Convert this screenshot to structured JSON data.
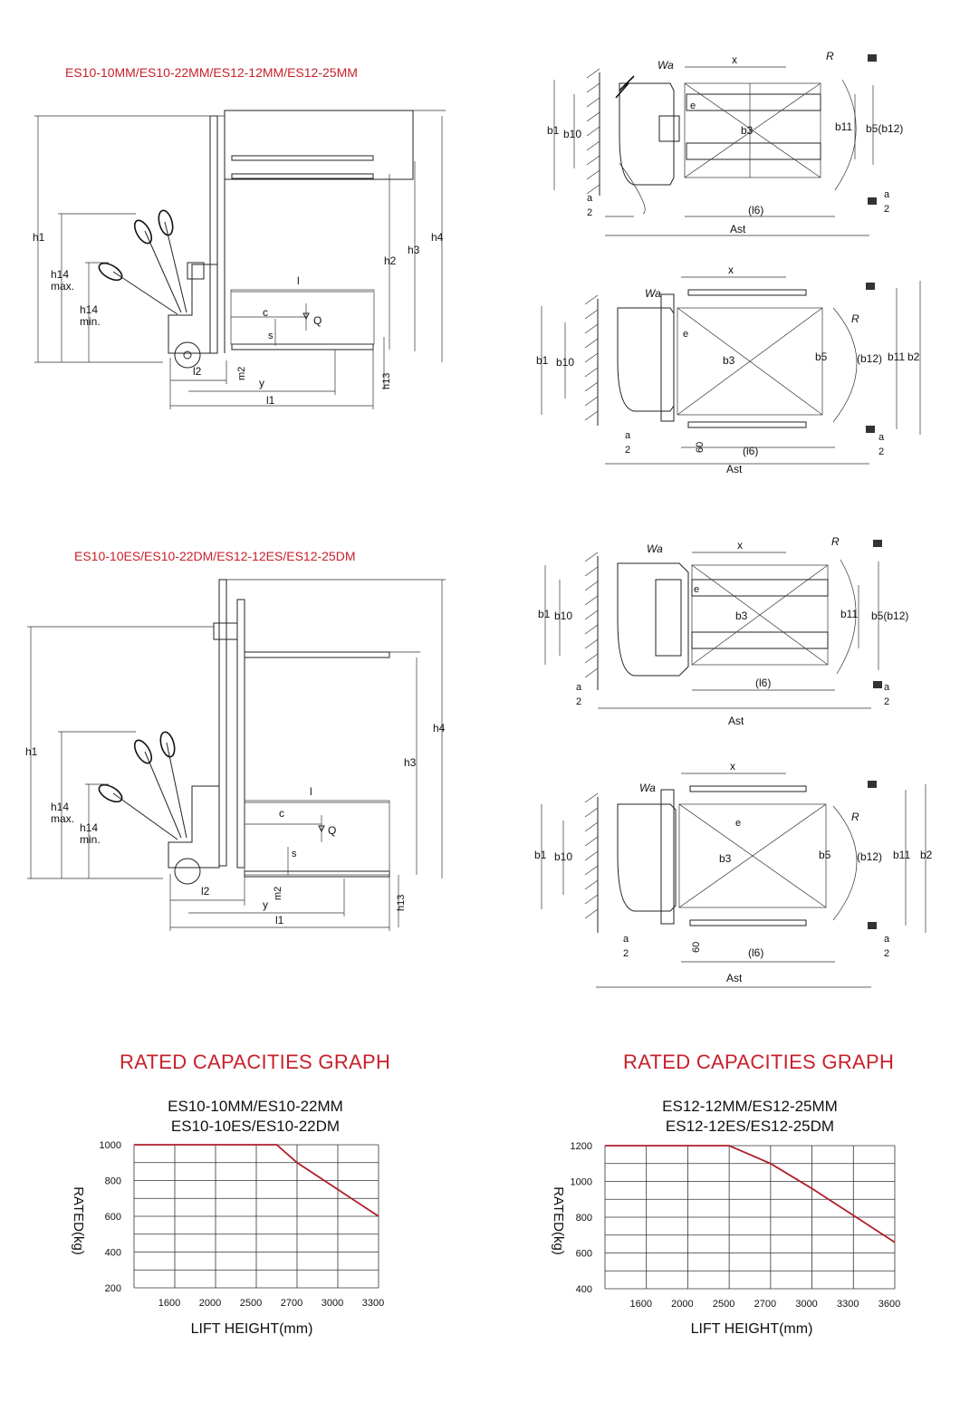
{
  "top_left": {
    "model_title": "ES10-10MM/ES10-22MM/ES12-12MM/ES12-25MM"
  },
  "mid_left": {
    "model_title": "ES10-10ES/ES10-22DM/ES12-12ES/ES12-25DM"
  },
  "side_view_labels": {
    "h1": "h1",
    "h2": "h2",
    "h3": "h3",
    "h4": "h4",
    "h14max_a": "h14",
    "h14max_b": "max.",
    "h14min_a": "h14",
    "h14min_b": "min.",
    "h13": "h13",
    "l": "l",
    "c": "c",
    "Q": "Q",
    "s": "s",
    "l2": "l2",
    "m2": "m2",
    "y": "y",
    "l1": "l1"
  },
  "plan_view_labels": {
    "Wa": "Wa",
    "x": "x",
    "R": "R",
    "e": "e",
    "b1": "b1",
    "b10": "b10",
    "b3": "b3",
    "b11": "b11",
    "b5": "b5",
    "b12": "(b12)",
    "b2": "b2",
    "b5b12": "b5(b12)",
    "a": "a",
    "two": "2",
    "l6": "(l6)",
    "Ast": "Ast",
    "sixty": "60"
  },
  "graphs": [
    {
      "title": "RATED CAPACITIES GRAPH",
      "subtitle_1": "ES10-10MM/ES10-22MM",
      "subtitle_2": "ES10-10ES/ES10-22DM",
      "ylabel": "RATED(kg)",
      "xlabel": "LIFT HEIGHT(mm)",
      "line_color": "#b01e2a"
    },
    {
      "title": "RATED CAPACITIES GRAPH",
      "subtitle_1": "ES12-12MM/ES12-25MM",
      "subtitle_2": "ES12-12ES/ES12-25DM",
      "ylabel": "RATED(kg)",
      "xlabel": "LIFT HEIGHT(mm)",
      "line_color": "#b01e2a"
    }
  ],
  "chart_data": [
    {
      "type": "line",
      "title": "RATED CAPACITIES GRAPH",
      "xlabel": "LIFT HEIGHT(mm)",
      "ylabel": "RATED(kg)",
      "x_ticks": [
        1600,
        2000,
        2500,
        2700,
        3000,
        3300
      ],
      "y_ticks": [
        200,
        400,
        600,
        800,
        1000
      ],
      "ylim": [
        200,
        1000
      ],
      "grid": true,
      "series": [
        {
          "name": "",
          "x": [
            1600,
            2000,
            2500,
            2600,
            2700,
            3000,
            3300
          ],
          "y": [
            1000,
            1000,
            1000,
            1000,
            900,
            750,
            600
          ]
        }
      ]
    },
    {
      "type": "line",
      "title": "RATED CAPACITIES GRAPH",
      "xlabel": "LIFT HEIGHT(mm)",
      "ylabel": "RATED(kg)",
      "x_ticks": [
        1600,
        2000,
        2500,
        2700,
        3000,
        3300,
        3600
      ],
      "y_ticks": [
        400,
        600,
        800,
        1000,
        1200
      ],
      "ylim": [
        400,
        1200
      ],
      "grid": true,
      "series": [
        {
          "name": "",
          "x": [
            1600,
            2000,
            2500,
            2700,
            3000,
            3300,
            3600
          ],
          "y": [
            1200,
            1200,
            1200,
            1100,
            960,
            810,
            660
          ]
        }
      ]
    }
  ]
}
